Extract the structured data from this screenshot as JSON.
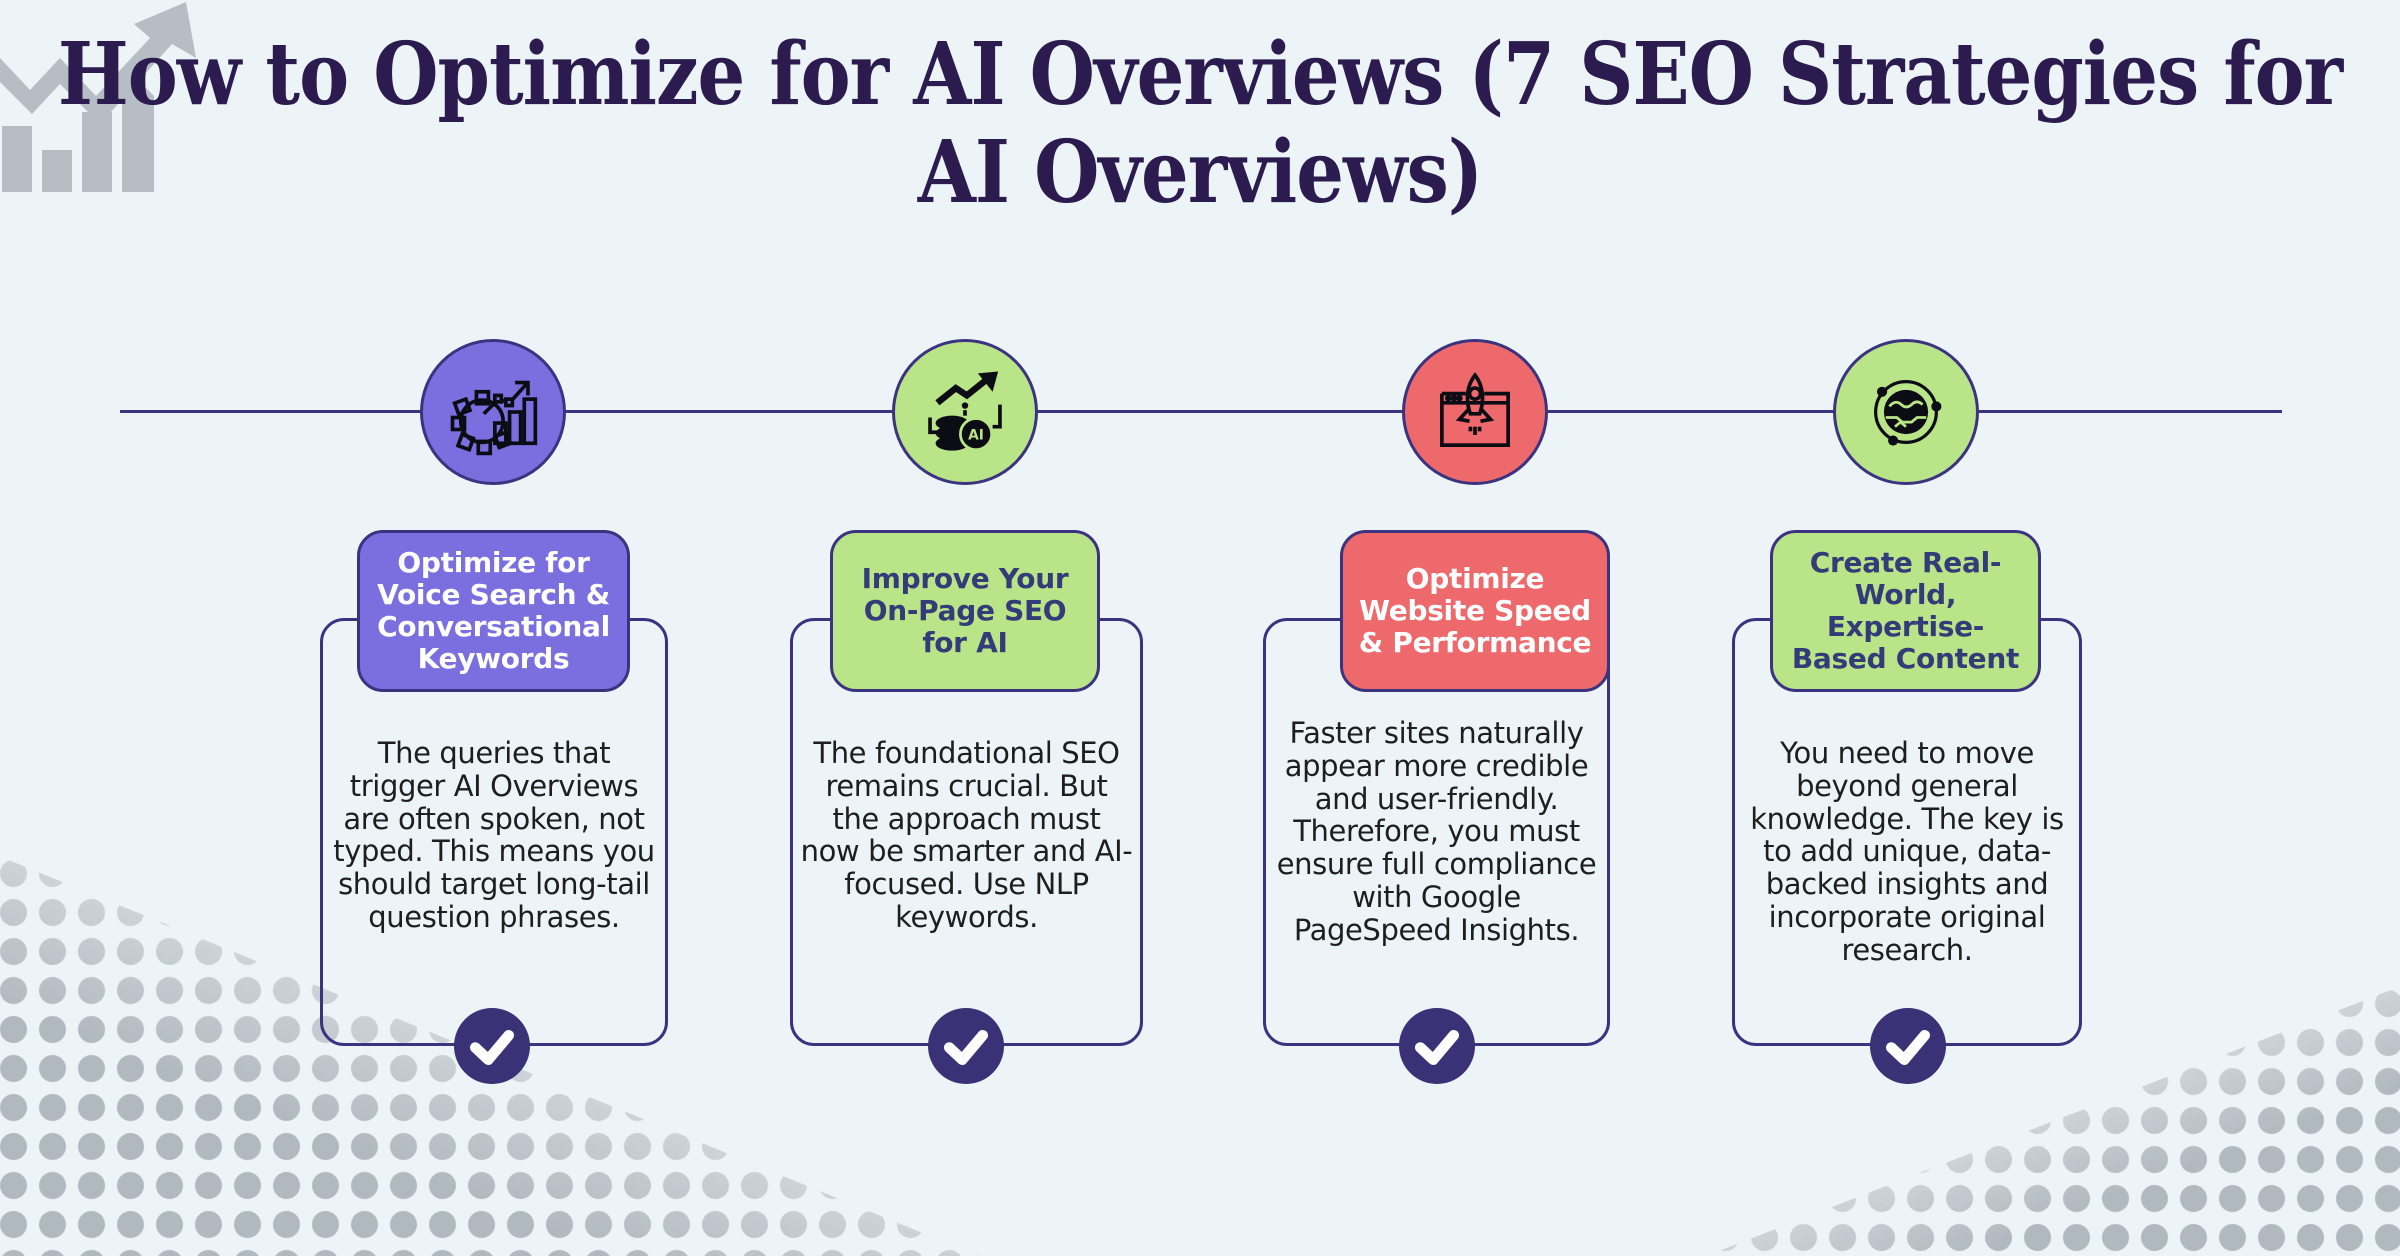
{
  "title": "How to Optimize for AI Overviews (7 SEO Strategies for AI Overviews)",
  "title_lines": [
    "How to Optimize for AI Overviews (7 SEO Strategies for",
    "AI Overviews)"
  ],
  "logo": {
    "name": "growth-chart-logo",
    "color": "#b7bdc4"
  },
  "colors": {
    "background": "#ecf4f7",
    "title_text": "#2b1b4e",
    "navy_outline": "#3b3380",
    "check_badge": "#3b3176",
    "purple": "#7b6fe0",
    "green": "#b9e488",
    "coral": "#ee696b",
    "body_text": "#1e1e1e",
    "halftone_gray": "#a2abb2"
  },
  "steps": [
    {
      "icon": "gear-analytics-icon",
      "accent": "#7b6fe0",
      "title": "Optimize for Voice Search & Conversational Keywords",
      "body": "The queries that trigger AI Overviews are often spoken, not typed. This means you should target long-tail question phrases."
    },
    {
      "icon": "ai-data-growth-icon",
      "accent": "#b9e488",
      "title": "Improve Your On-Page SEO for AI",
      "body": "The foundational SEO remains crucial. But the approach must now be smarter and AI-focused. Use NLP keywords."
    },
    {
      "icon": "rocket-launch-browser-icon",
      "accent": "#ee696b",
      "title": "Optimize Website Speed & Performance",
      "body": "Faster sites naturally appear more credible and user-friendly. Therefore, you must ensure full compliance with Google PageSpeed Insights."
    },
    {
      "icon": "globe-orbit-icon",
      "accent": "#b9e488",
      "title": "Create Real-World, Expertise-Based Content",
      "body": "You need to move beyond general knowledge. The key is to add unique, data-backed insights and incorporate original research."
    }
  ]
}
